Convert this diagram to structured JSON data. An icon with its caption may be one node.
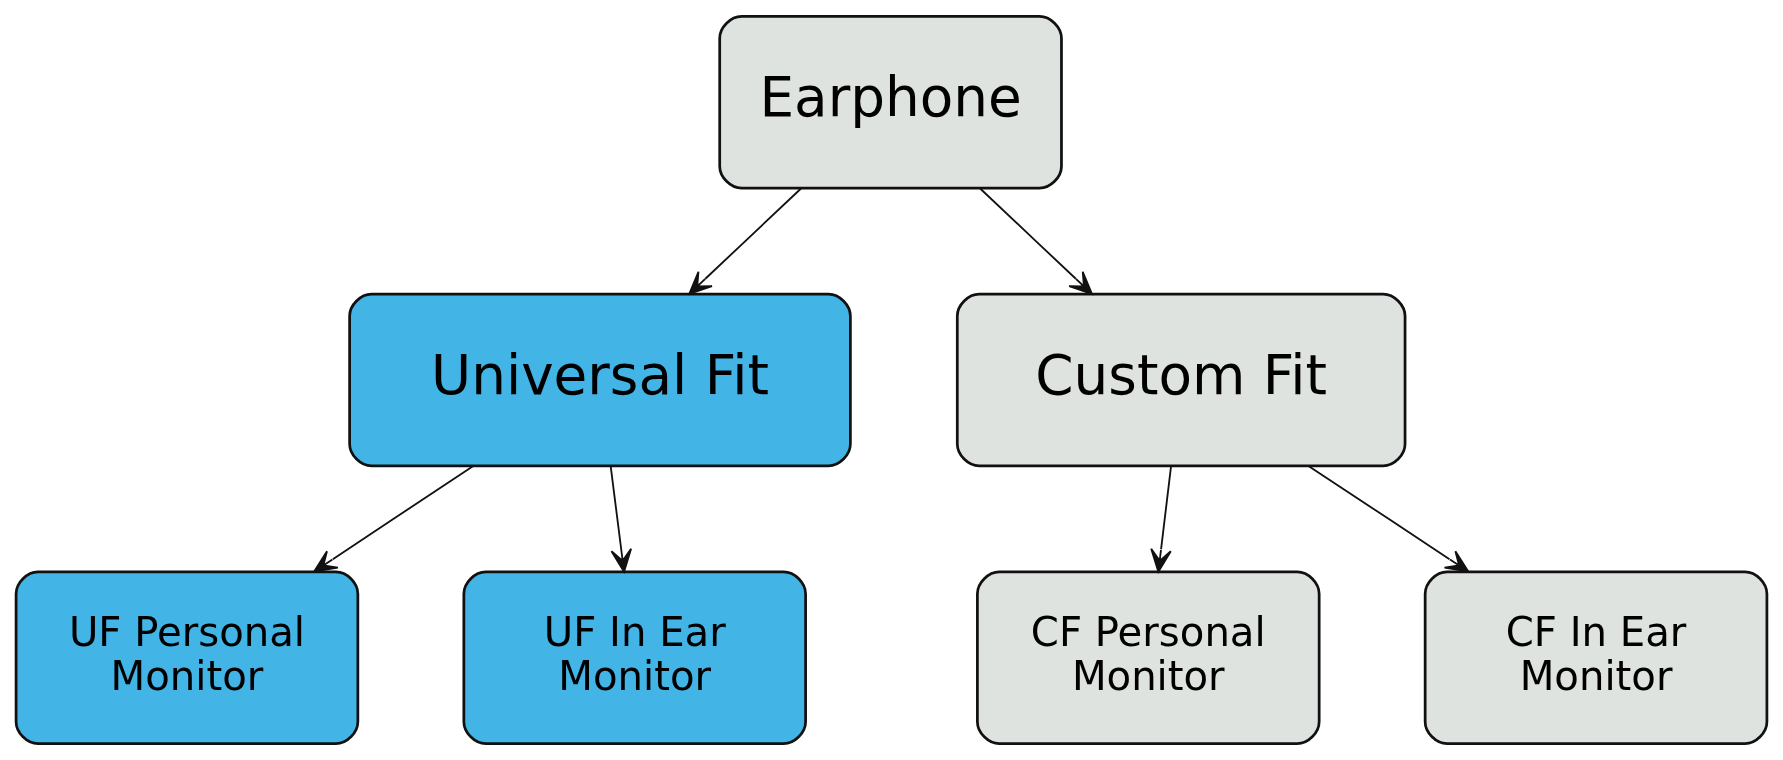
{
  "diagram": {
    "nodes": [
      {
        "text": [
          "Earphone"
        ]
      },
      {
        "text": [
          "Universal Fit"
        ]
      },
      {
        "text": [
          "Custom Fit"
        ]
      },
      {
        "text": [
          "UF Personal Monitor"
        ]
      },
      {
        "text": [
          "UF In Ear Monitor"
        ]
      },
      {
        "text": [
          "CF Personal Monitor"
        ]
      },
      {
        "text": [
          "CF In Ear Monitor"
        ]
      }
    ],
    "edges": [
      {
        "from": 0,
        "to": 1,
        "arrow": "to"
      },
      {
        "from": 0,
        "to": 2,
        "arrow": "to"
      },
      {
        "from": 1,
        "to": 3,
        "arrow": "to"
      },
      {
        "from": 1,
        "to": 4,
        "arrow": "to"
      },
      {
        "from": 2,
        "to": 5,
        "arrow": "to"
      },
      {
        "from": 2,
        "to": 6,
        "arrow": "to"
      }
    ]
  }
}
